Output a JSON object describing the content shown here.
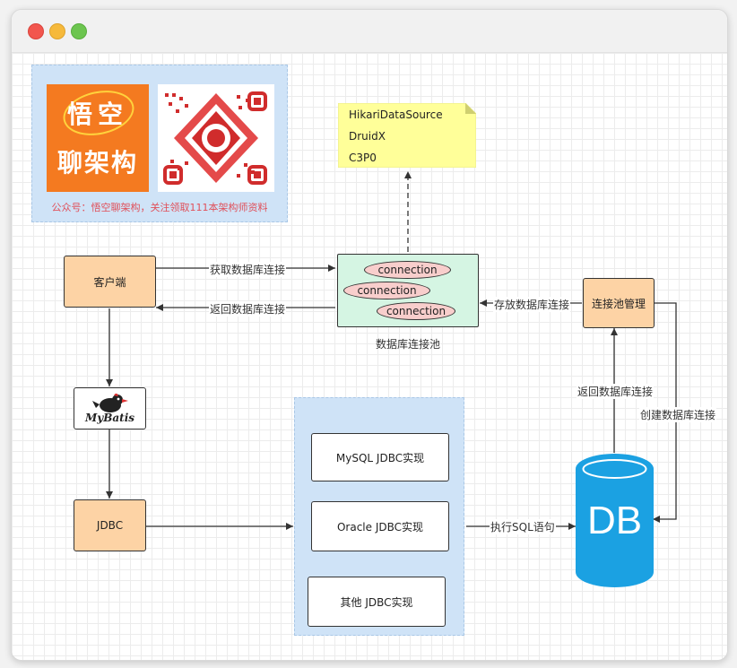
{
  "promo": {
    "logo_line1": "悟空",
    "logo_line2": "聊架构",
    "caption": "公众号：悟空聊架构，关注领取111本架构师资料"
  },
  "note": {
    "items": [
      "HikariDataSource",
      "DruidX",
      "C3P0"
    ]
  },
  "nodes": {
    "client": "客户端",
    "mybatis": "MyBatis",
    "jdbc": "JDBC",
    "pool_manager": "连接池管理",
    "pool_caption": "数据库连接池",
    "connections": [
      "connection",
      "connection",
      "connection"
    ],
    "mysql": "MySQL JDBC实现",
    "oracle": "Oracle JDBC实现",
    "other": "其他 JDBC实现",
    "db": "DB"
  },
  "edges": {
    "get_conn": "获取数据库连接",
    "return_conn": "返回数据库连接",
    "store_conn": "存放数据库连接",
    "return_conn_db": "返回数据库连接",
    "create_conn": "创建数据库连接",
    "exec_sql": "执行SQL语句"
  },
  "colors": {
    "orange": "#fdd3a5",
    "pool_bg": "#d5f5e3",
    "note_bg": "#ffff99",
    "jdbc_container_bg": "#cfe3f7",
    "db_blue": "#1ba1e2",
    "connection_bg": "#f8cecc"
  }
}
